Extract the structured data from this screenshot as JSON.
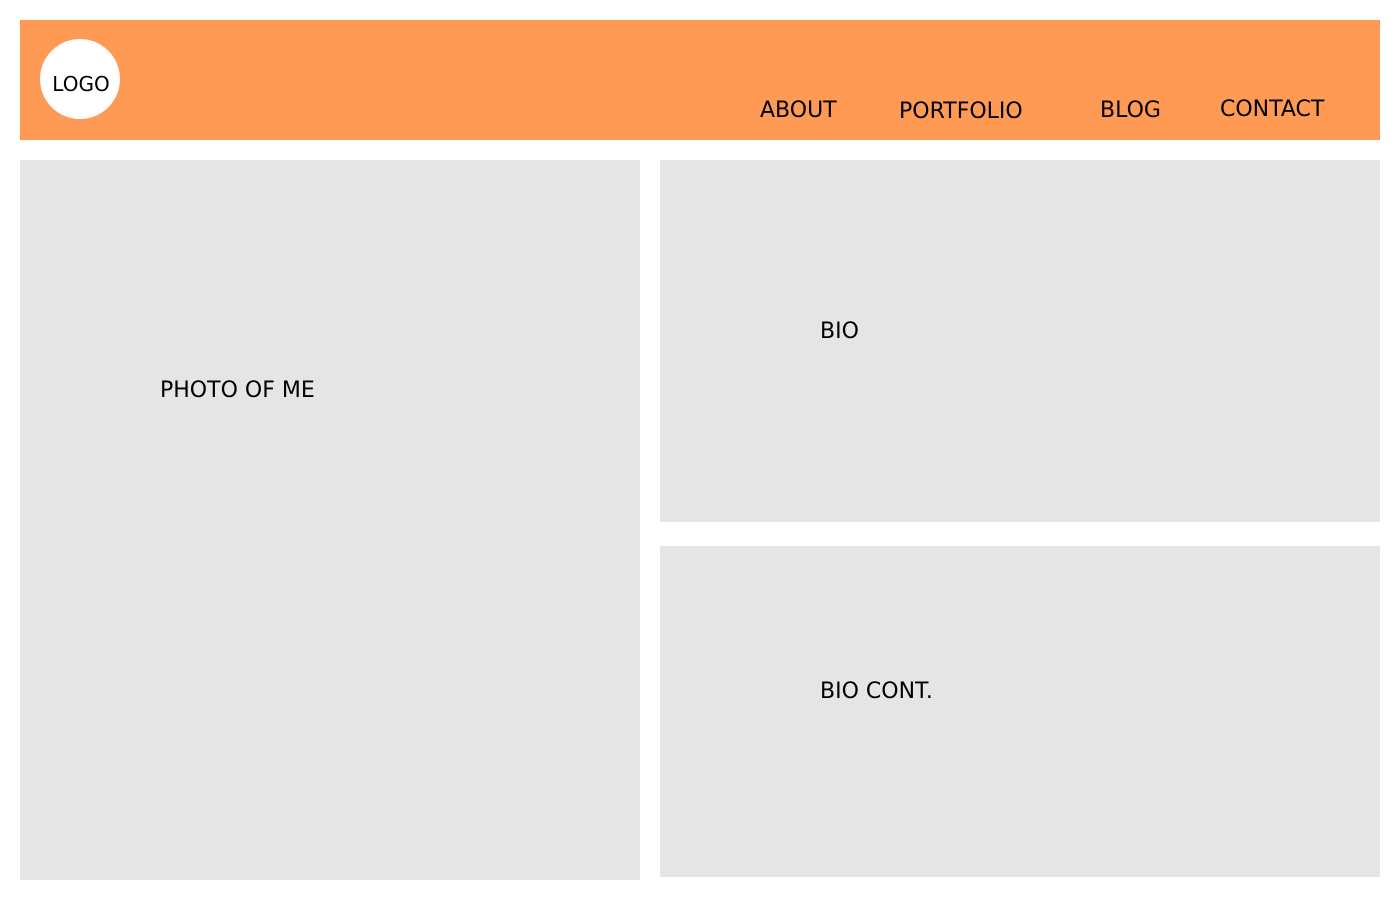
{
  "header": {
    "logo_label": "LOGO",
    "nav": [
      {
        "label": "ABOUT"
      },
      {
        "label": "PORTFOLIO"
      },
      {
        "label": "BLOG"
      },
      {
        "label": "CONTACT"
      }
    ]
  },
  "main": {
    "photo_label": "PHOTO OF ME",
    "bio_label": "BIO",
    "bio_cont_label": "BIO CONT."
  },
  "colors": {
    "header_bg": "#ff9a55",
    "panel_bg": "#e5e5e5",
    "logo_bg": "#ffffff"
  }
}
